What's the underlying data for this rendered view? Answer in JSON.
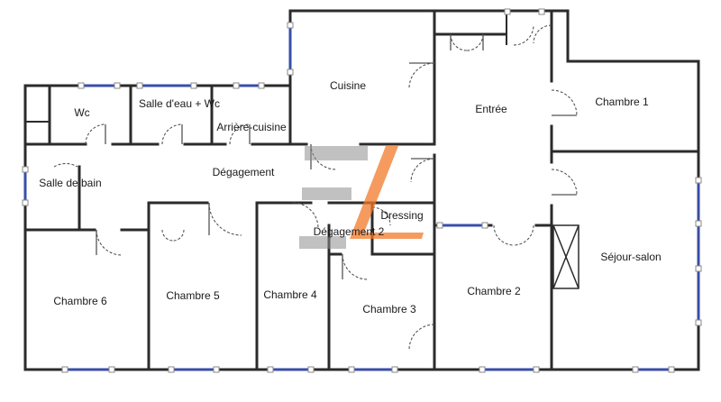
{
  "plan": {
    "rooms": [
      {
        "label": "Cuisine"
      },
      {
        "label": "Entrée"
      },
      {
        "label": "Chambre 1"
      },
      {
        "label": "Wc"
      },
      {
        "label": "Salle d'eau + Wc"
      },
      {
        "label": "Arrière-cuisine"
      },
      {
        "label": "Dégagement"
      },
      {
        "label": "Salle de bain"
      },
      {
        "label": "Dressing"
      },
      {
        "label": "Dégagement 2"
      },
      {
        "label": "Séjour-salon"
      },
      {
        "label": "Chambre 6"
      },
      {
        "label": "Chambre 5"
      },
      {
        "label": "Chambre 4"
      },
      {
        "label": "Chambre 3"
      },
      {
        "label": "Chambre 2"
      }
    ]
  },
  "colors": {
    "wall": "#2b2b2b",
    "window": "#3a4ea8",
    "watermark_orange": "#f27a2a",
    "watermark_grey": "#8e8e8e"
  },
  "watermark": {
    "icon": "agency-logo-watermark"
  }
}
